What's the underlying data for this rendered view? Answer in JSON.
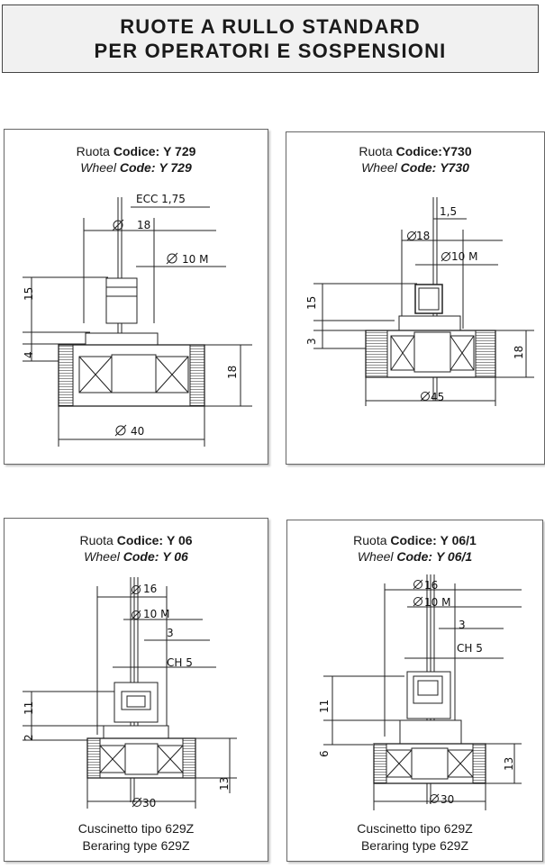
{
  "header": {
    "line1": "RUOTE A RULLO STANDARD",
    "line2": "PER OPERATORI E SOSPENSIONI"
  },
  "cards": [
    {
      "ruota": "Ruota",
      "codice": "Codice:",
      "code_value": "Y 729",
      "wheel": "Wheel",
      "code": "Code:",
      "code_value_en": "Y 729",
      "dims": {
        "ecc": "ECC 1,75",
        "d18": "18",
        "d10m": "10 M",
        "h15": "15",
        "h4": "4",
        "h18": "18",
        "d40": "40"
      }
    },
    {
      "ruota": "Ruota",
      "codice": "Codice:",
      "code_value": "Y730",
      "wheel": "Wheel",
      "code": "Code:",
      "code_value_en": "Y730",
      "dims": {
        "v15": "1,5",
        "d18": "18",
        "d10m": "10 M",
        "h15": "15",
        "h3": "3",
        "h18": "18",
        "d45": "45"
      }
    },
    {
      "ruota": "Ruota",
      "codice": "Codice:",
      "code_value": "Y 06",
      "wheel": "Wheel",
      "code": "Code:",
      "code_value_en": "Y 06",
      "dims": {
        "d16": "16",
        "d10m": "10 M",
        "v3": "3",
        "ch5": "CH 5",
        "h11": "11",
        "h2": "2",
        "h13": "13",
        "d30": "30"
      },
      "bearing_it": "Cuscinetto tipo 629Z",
      "bearing_en": "Beraring type 629Z"
    },
    {
      "ruota": "Ruota",
      "codice": "Codice:",
      "code_value": "Y 06/1",
      "wheel": "Wheel",
      "code": "Code:",
      "code_value_en": "Y 06/1",
      "dims": {
        "d16": "16",
        "d10m": "10 M",
        "v3": "3",
        "ch5": "CH 5",
        "h11": "11",
        "h6": "6",
        "h13": "13",
        "d30": "30"
      },
      "bearing_it": "Cuscinetto tipo 629Z",
      "bearing_en": "Beraring type 629Z"
    }
  ]
}
